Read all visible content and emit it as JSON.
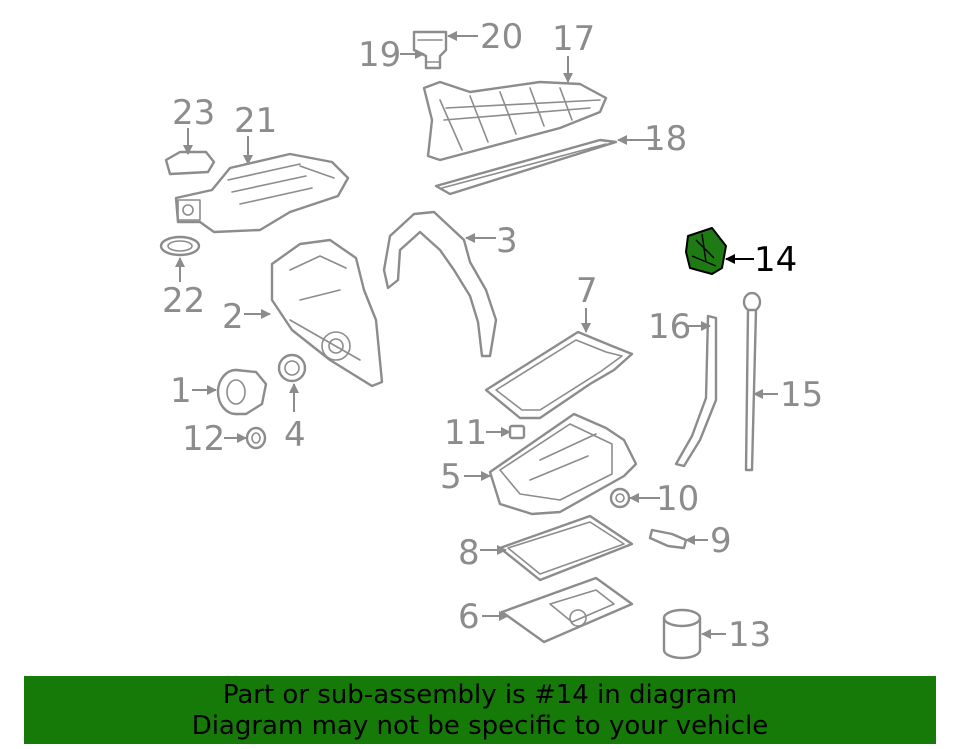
{
  "callouts": {
    "c1": "1",
    "c2": "2",
    "c3": "3",
    "c4": "4",
    "c5": "5",
    "c6": "6",
    "c7": "7",
    "c8": "8",
    "c9": "9",
    "c10": "10",
    "c11": "11",
    "c12": "12",
    "c13": "13",
    "c14": "14",
    "c15": "15",
    "c16": "16",
    "c17": "17",
    "c18": "18",
    "c19": "19",
    "c20": "20",
    "c21": "21",
    "c22": "22",
    "c23": "23"
  },
  "banner": {
    "line1": "Part or sub-assembly is #14 in diagram",
    "line2": "Diagram may not be specific to your vehicle"
  },
  "colors": {
    "banner_bg": "#157a08",
    "highlight_part": "#1e7a12",
    "line_art": "#8c8c8c"
  },
  "highlighted_callout": "14"
}
